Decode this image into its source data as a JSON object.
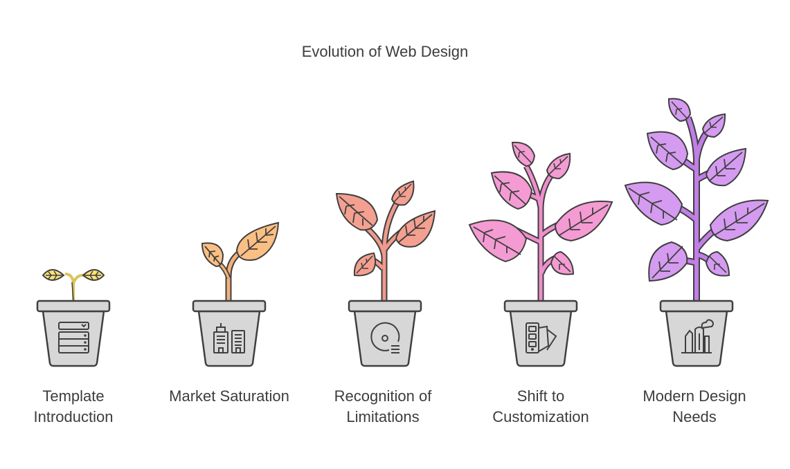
{
  "title": "Evolution of Web Design",
  "stages": [
    {
      "label": "Template\nIntroduction",
      "icon": "webpage-template-icon",
      "leaf_color": "#f7e27a",
      "stem_color": "#d8c45a"
    },
    {
      "label": "Market Saturation",
      "icon": "buildings-icon",
      "leaf_color": "#fbbf84",
      "stem_color": "#f2b07a"
    },
    {
      "label": "Recognition of\nLimitations",
      "icon": "magnifier-lens-icon",
      "leaf_color": "#f4a090",
      "stem_color": "#ef9a8c"
    },
    {
      "label": "Shift to\nCustomization",
      "icon": "color-swatches-icon",
      "leaf_color": "#f59bd3",
      "stem_color": "#ef8fcc"
    },
    {
      "label": "Modern Design\nNeeds",
      "icon": "modern-city-icon",
      "leaf_color": "#d49bf0",
      "stem_color": "#c07ee6"
    }
  ],
  "colors": {
    "outline": "#3f3f3f",
    "pot": "#d7d7d7",
    "text": "#3d3d3d"
  }
}
